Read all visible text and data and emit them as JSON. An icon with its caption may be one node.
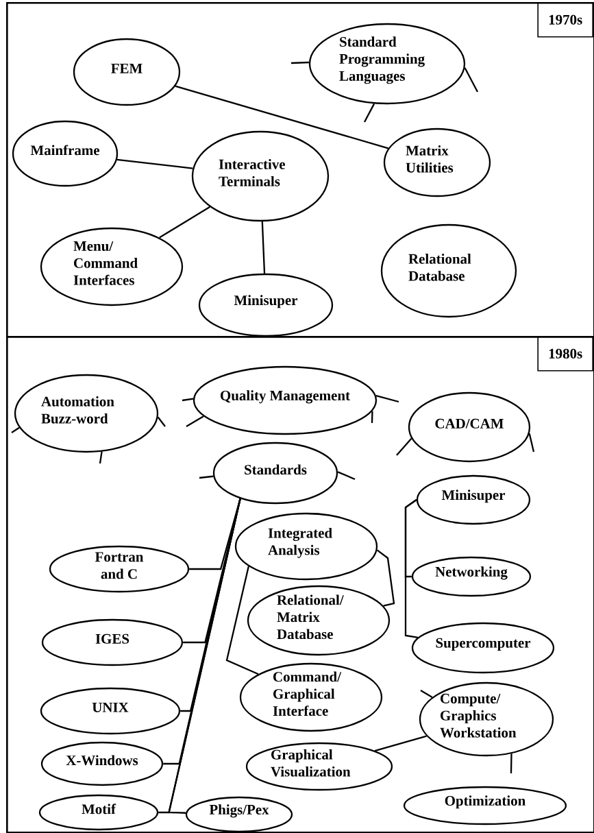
{
  "diagram": {
    "nodes": [
      {
        "text": [
          "1970s"
        ]
      },
      {
        "text": [
          "FEM"
        ],
        "in": 0
      },
      {
        "text": [
          "Standard Programming Languages"
        ],
        "in": 0
      },
      {
        "text": [
          "Mainframe"
        ],
        "in": 0
      },
      {
        "text": [
          "Interactive Terminals"
        ],
        "in": 0
      },
      {
        "text": [
          "Matrix Utilities"
        ],
        "in": 0
      },
      {
        "text": [
          "Menu/ Command Interfaces"
        ],
        "in": 0
      },
      {
        "text": [
          "Relational Database"
        ],
        "in": 0
      },
      {
        "text": [
          "Minisuper"
        ],
        "in": 0
      },
      {
        "text": [
          "1980s"
        ]
      },
      {
        "text": [
          "Automation Buzz-word"
        ],
        "in": 9
      },
      {
        "text": [
          "Quality Management"
        ],
        "in": 9
      },
      {
        "text": [
          "CAD/CAM"
        ],
        "in": 9
      },
      {
        "text": [
          "Standards"
        ],
        "in": 9
      },
      {
        "text": [
          "Minisuper"
        ],
        "in": 9
      },
      {
        "text": [
          "Integrated Analysis"
        ],
        "in": 9
      },
      {
        "text": [
          "Fortran and C"
        ],
        "in": 9
      },
      {
        "text": [
          "Networking"
        ],
        "in": 9
      },
      {
        "text": [
          "Relational/ Matrix Database"
        ],
        "in": 9
      },
      {
        "text": [
          "IGES"
        ],
        "in": 9
      },
      {
        "text": [
          "Supercomputer"
        ],
        "in": 9
      },
      {
        "text": [
          "Command/ Graphical Interface"
        ],
        "in": 9
      },
      {
        "text": [
          "UNIX"
        ],
        "in": 9
      },
      {
        "text": [
          "Compute/ Graphics Workstation"
        ],
        "in": 9
      },
      {
        "text": [
          "X-Windows"
        ],
        "in": 9
      },
      {
        "text": [
          "Graphical Visualization"
        ],
        "in": 9
      },
      {
        "text": [
          "Motif"
        ],
        "in": 9
      },
      {
        "text": [
          "Phigs/Pex"
        ],
        "in": 9
      },
      {
        "text": [
          "Optimization"
        ],
        "in": 9
      }
    ],
    "edges": [
      {
        "from": 1,
        "to": 5,
        "arrow": "none"
      },
      {
        "from": 3,
        "to": 4,
        "arrow": "none"
      },
      {
        "from": 4,
        "to": 6,
        "arrow": "none"
      },
      {
        "from": 4,
        "to": 8,
        "arrow": "none"
      },
      {
        "from": 2,
        "to": null,
        "arrow": "none"
      },
      {
        "from": 2,
        "to": null,
        "arrow": "none"
      },
      {
        "from": 2,
        "to": null,
        "arrow": "none"
      },
      {
        "from": 10,
        "to": null,
        "arrow": "none"
      },
      {
        "from": 10,
        "to": null,
        "arrow": "none"
      },
      {
        "from": 10,
        "to": null,
        "arrow": "none"
      },
      {
        "from": 11,
        "to": null,
        "arrow": "none"
      },
      {
        "from": 11,
        "to": null,
        "arrow": "none"
      },
      {
        "from": 11,
        "to": null,
        "arrow": "none"
      },
      {
        "from": 11,
        "to": null,
        "arrow": "none"
      },
      {
        "from": 12,
        "to": null,
        "arrow": "none"
      },
      {
        "from": 12,
        "to": null,
        "arrow": "none"
      },
      {
        "from": 13,
        "to": null,
        "arrow": "none"
      },
      {
        "from": 13,
        "to": null,
        "arrow": "none"
      },
      {
        "from": 13,
        "to": 16,
        "arrow": "none"
      },
      {
        "from": 13,
        "to": 19,
        "arrow": "none"
      },
      {
        "from": 13,
        "to": 22,
        "arrow": "none"
      },
      {
        "from": 13,
        "to": 24,
        "arrow": "none"
      },
      {
        "from": 13,
        "to": 26,
        "arrow": "none"
      },
      {
        "from": 13,
        "to": 27,
        "arrow": "none"
      },
      {
        "from": 15,
        "to": 18,
        "arrow": "none"
      },
      {
        "from": 15,
        "to": 21,
        "arrow": "none"
      },
      {
        "from": 14,
        "to": 17,
        "arrow": "none"
      },
      {
        "from": 14,
        "to": 20,
        "arrow": "none"
      },
      {
        "from": 23,
        "to": 25,
        "arrow": "none"
      },
      {
        "from": 23,
        "to": null,
        "arrow": "none"
      },
      {
        "from": 23,
        "to": null,
        "arrow": "none"
      }
    ]
  }
}
